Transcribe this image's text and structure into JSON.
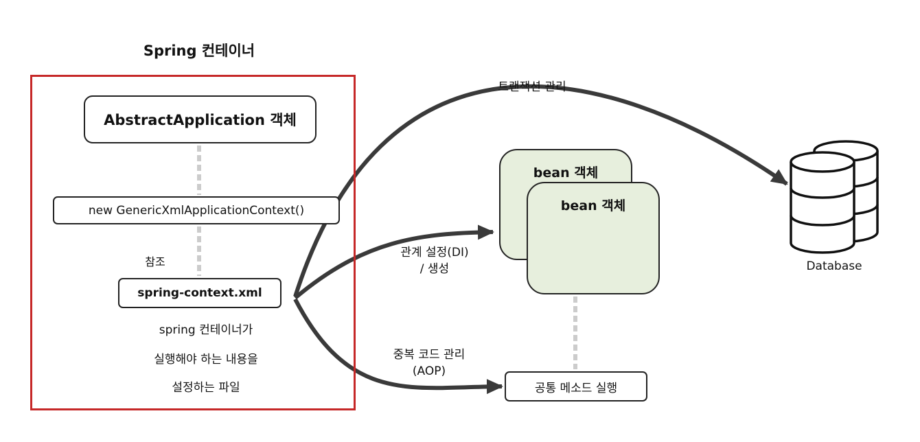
{
  "container": {
    "title": "Spring 컨테이너",
    "abstract_box": "AbstractApplication 객체",
    "new_box": "new GenericXmlApplicationContext()",
    "ref_label": "참조",
    "xml_box": "spring-context.xml",
    "description": [
      "spring 컨테이너가",
      "실행해야 하는 내용을",
      "설정하는 파일"
    ]
  },
  "beans": {
    "back_label": "bean 객체",
    "front_label": "bean 객체"
  },
  "common_method": "공통 메소드 실행",
  "arrows": {
    "transaction": "트랜잭션 관리",
    "di_line1": "관계 설정(DI)",
    "di_line2": "/ 생성",
    "aop_line1": "중복 코드 관리",
    "aop_line2": "(AOP)"
  },
  "database": {
    "label": "Database"
  },
  "colors": {
    "container_border": "#c62828",
    "bean_fill": "#e7efdd",
    "arrow": "#3a3a3a",
    "connector": "#cccccc"
  }
}
